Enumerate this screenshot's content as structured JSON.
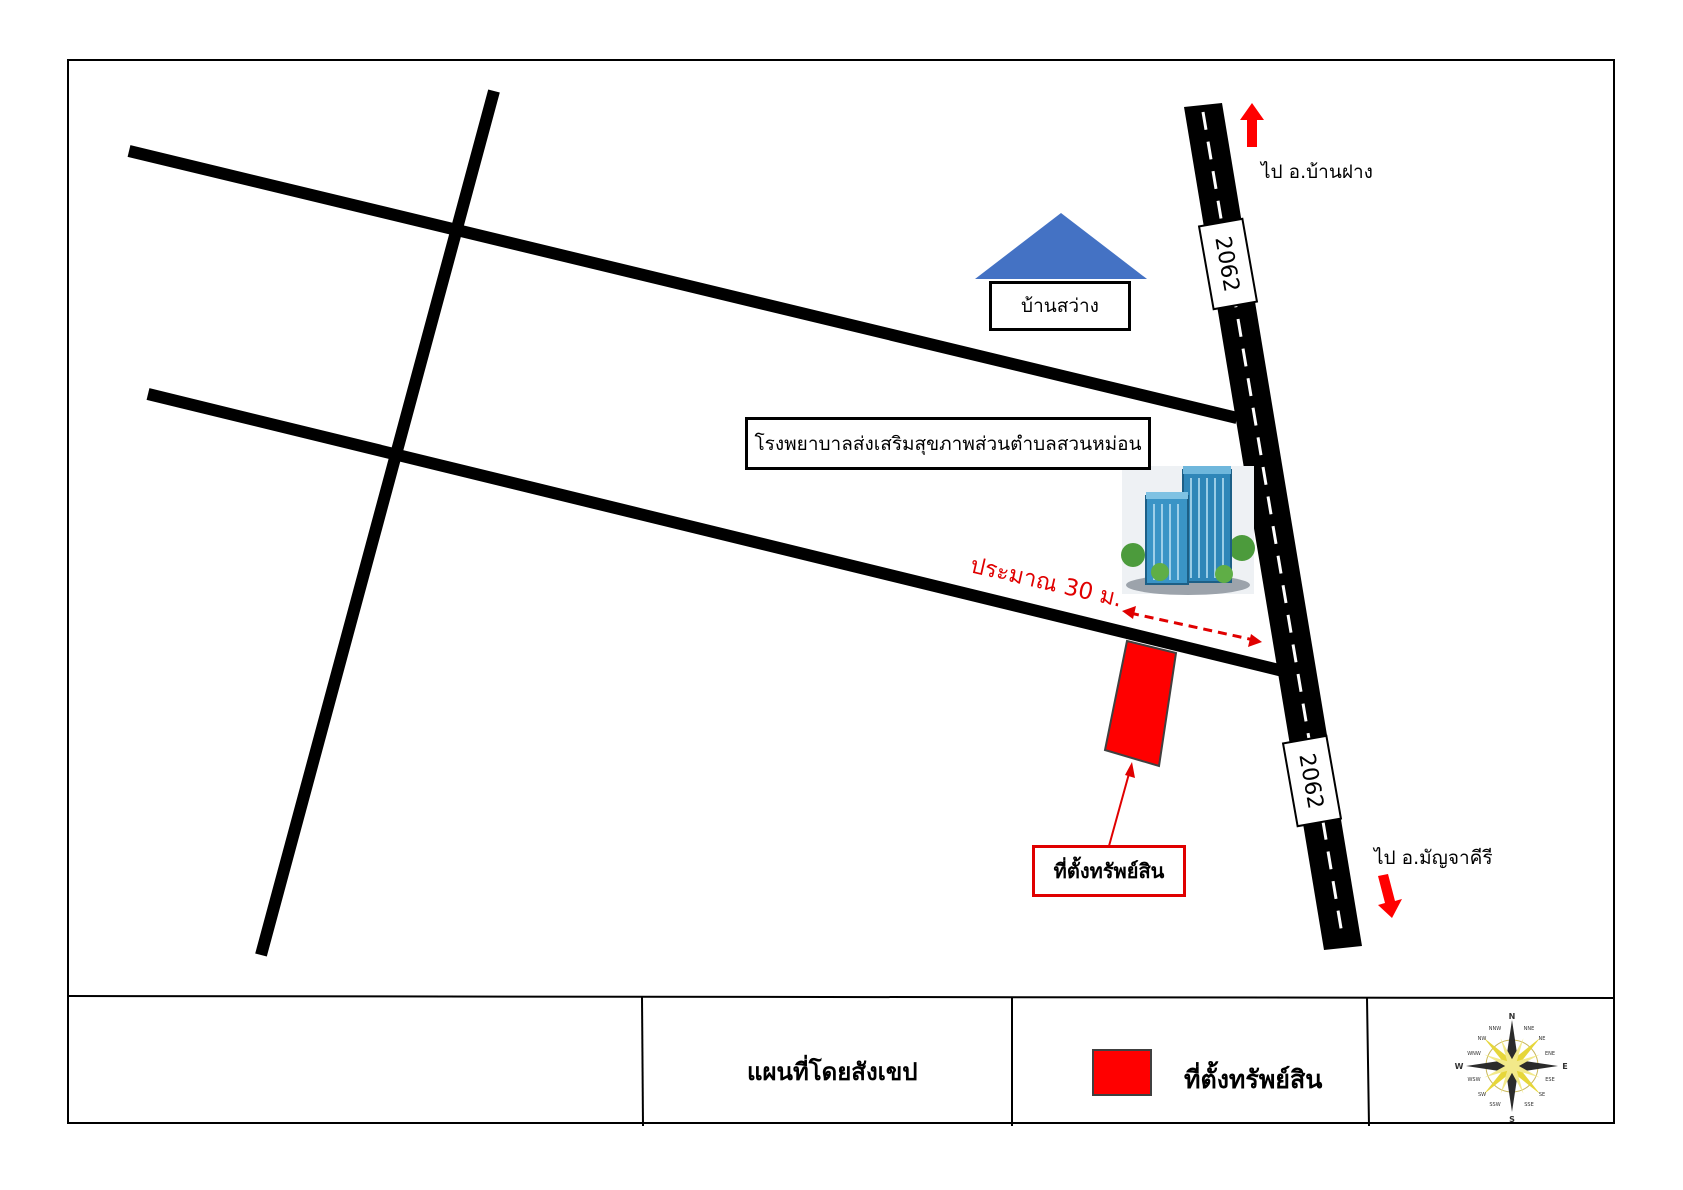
{
  "map": {
    "village_label": "บ้านสว่าง",
    "hospital_label": "โรงพยาบาลส่งเสริมสุขภาพส่วนตำบลสวนหม่อน",
    "road_number_top": "2062",
    "road_number_bottom": "2062",
    "direction_north_label": "ไป อ.บ้านฝาง",
    "direction_south_label": "ไป อ.มัญจาคีรี",
    "distance_label": "ประมาณ 30 ม.",
    "property_label": "ที่ตั้งทรัพย์สิน"
  },
  "footer": {
    "title": "แผนที่โดยสังเขป",
    "legend_label": "ที่ตั้งทรัพย์สิน"
  },
  "compass": {
    "n": "N",
    "s": "S",
    "e": "E",
    "w": "W",
    "nne": "NNE",
    "ne": "NE",
    "ene": "ENE",
    "ese": "ESE",
    "se": "SE",
    "sse": "SSE",
    "ssw": "SSW",
    "sw": "SW",
    "wsw": "WSW",
    "wnw": "WNW",
    "nw": "NW",
    "nnw": "NNW"
  },
  "colors": {
    "property": "#ff0000",
    "roof": "#4472c4",
    "annotation": "#e00000",
    "road": "#000000"
  }
}
